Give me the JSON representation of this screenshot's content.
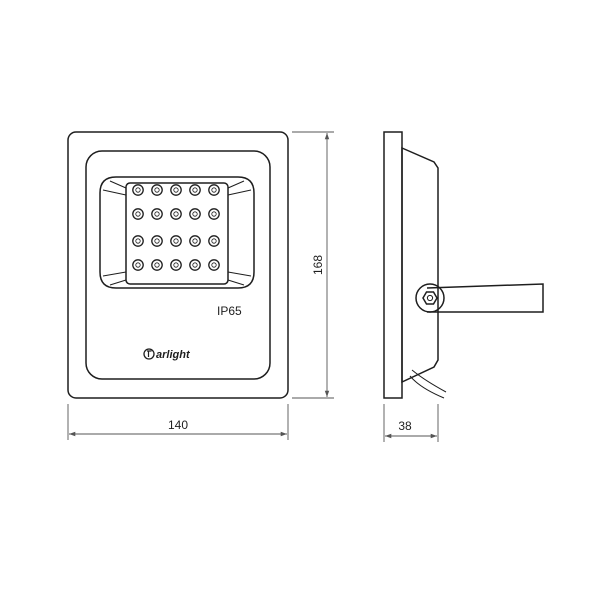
{
  "front_view": {
    "rating_label": "IP65",
    "brand_logo_text": "arlight",
    "led_rows_per_block": 2,
    "led_cols": 5,
    "led_blocks": 2
  },
  "dimensions": {
    "width": "140",
    "height": "168",
    "depth": "38"
  },
  "colors": {
    "line": "#1e1e1e",
    "dimension_line": "#555555",
    "background": "#ffffff"
  }
}
